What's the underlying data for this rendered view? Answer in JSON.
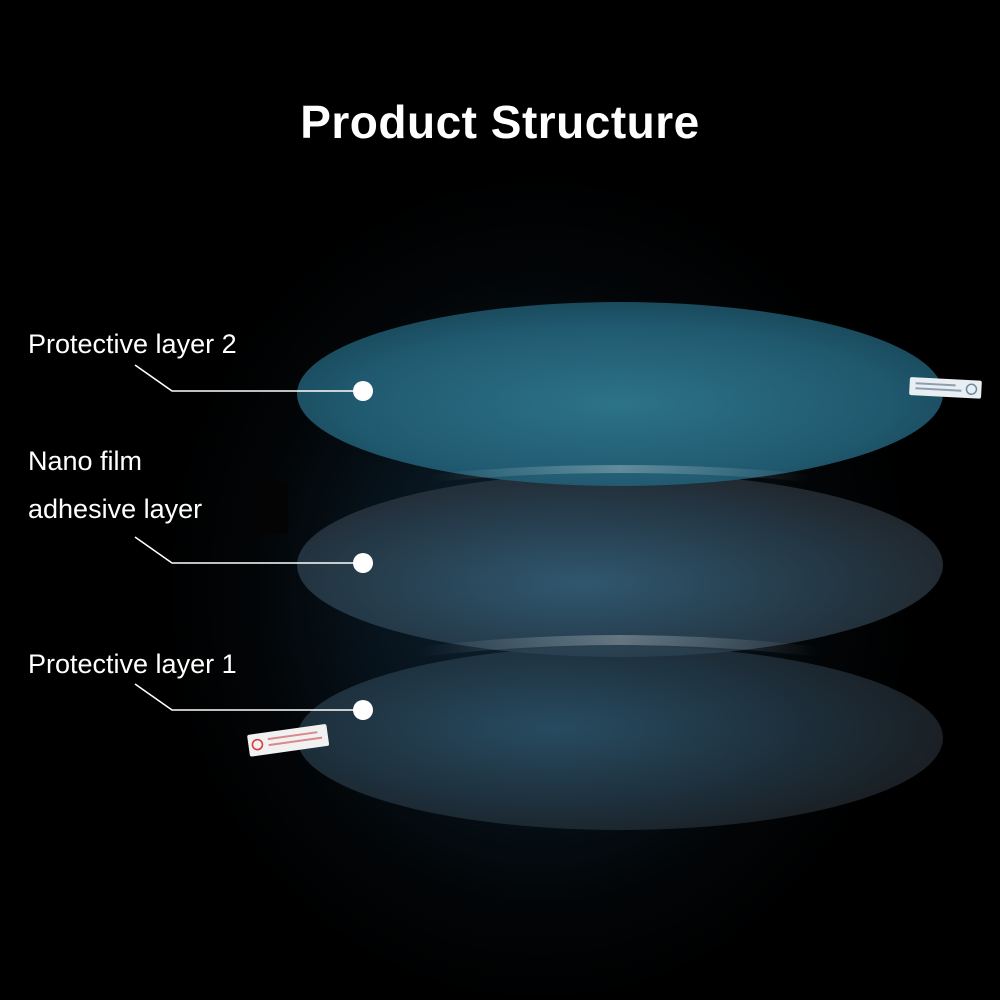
{
  "title": "Product Structure",
  "layers": [
    {
      "id": "protective-layer-2",
      "label_lines": [
        "Protective layer 2"
      ],
      "color": "#2a6a80",
      "has_tab": true
    },
    {
      "id": "nano-film-adhesive-layer",
      "label_lines": [
        "Nano film",
        "adhesive layer"
      ],
      "color": "#304a5a",
      "has_tab": false
    },
    {
      "id": "protective-layer-1",
      "label_lines": [
        "Protective layer 1"
      ],
      "color": "#2a3d4c",
      "has_tab": true
    }
  ],
  "colors": {
    "background": "#000000",
    "text": "#ffffff",
    "marker": "#ffffff",
    "tab_accent": "#d83a3a"
  }
}
